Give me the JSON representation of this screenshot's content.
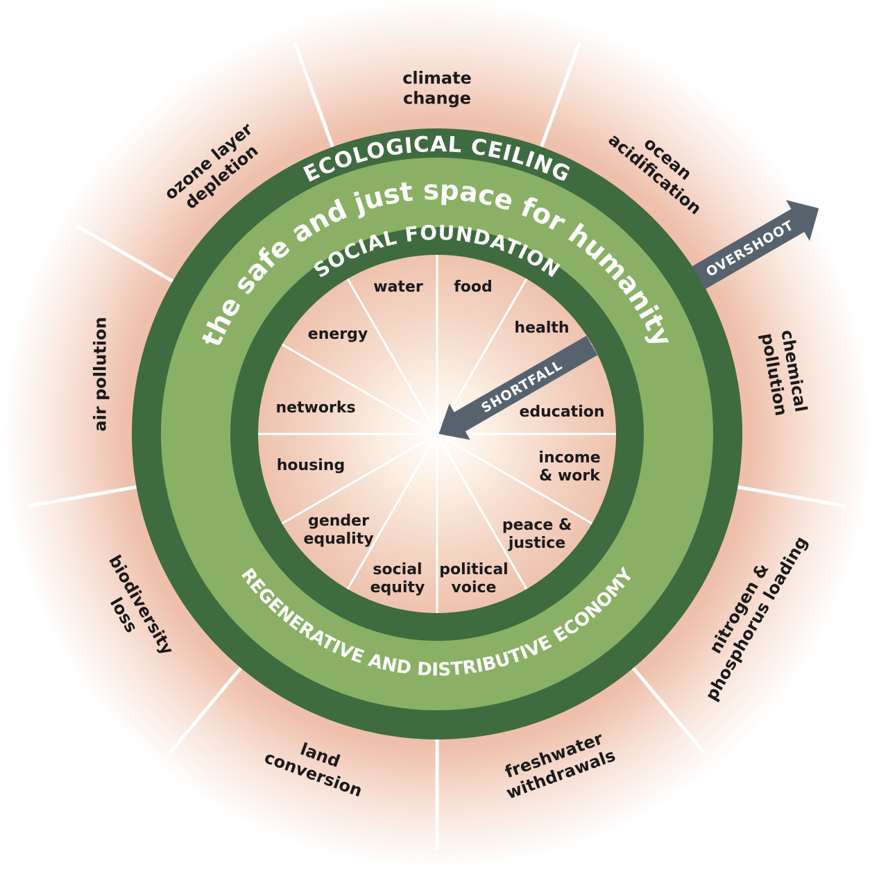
{
  "colors": {
    "ceiling_ring": "#3e6b3f",
    "safe_space": "#89b064",
    "foundation_ring": "#3e6b3f",
    "overshoot_wedge": "#e8b5a0",
    "shortfall_wedge": "#f0c9b4",
    "arrow": "#56636f",
    "ring_text": "#ffffff",
    "label_text": "#1a1a1a"
  },
  "rings": {
    "ecological_ceiling": "ECOLOGICAL CEILING",
    "safe_space": "the safe and just space for humanity",
    "social_foundation": "SOCIAL FOUNDATION",
    "economy": "REGENERATIVE AND DISTRIBUTIVE ECONOMY"
  },
  "arrows": {
    "overshoot": "OVERSHOOT",
    "shortfall": "SHORTFALL"
  },
  "ecological_dimensions": [
    {
      "lines": [
        "climate",
        "change"
      ]
    },
    {
      "lines": [
        "ocean",
        "acidification"
      ]
    },
    {
      "lines": [
        "chemical",
        "pollution"
      ]
    },
    {
      "lines": [
        "nitrogen &",
        "phosphorus loading"
      ]
    },
    {
      "lines": [
        "freshwater",
        "withdrawals"
      ]
    },
    {
      "lines": [
        "land",
        "conversion"
      ]
    },
    {
      "lines": [
        "biodiversity",
        "loss"
      ]
    },
    {
      "lines": [
        "air pollution"
      ]
    },
    {
      "lines": [
        "ozone layer",
        "depletion"
      ]
    }
  ],
  "social_dimensions": [
    {
      "lines": [
        "food"
      ]
    },
    {
      "lines": [
        "health"
      ]
    },
    {
      "lines": [
        "education"
      ]
    },
    {
      "lines": [
        "income",
        "& work"
      ]
    },
    {
      "lines": [
        "peace &",
        "justice"
      ]
    },
    {
      "lines": [
        "political",
        "voice"
      ]
    },
    {
      "lines": [
        "social",
        "equity"
      ]
    },
    {
      "lines": [
        "gender",
        "equality"
      ]
    },
    {
      "lines": [
        "housing"
      ]
    },
    {
      "lines": [
        "networks"
      ]
    },
    {
      "lines": [
        "energy"
      ]
    },
    {
      "lines": [
        "water"
      ]
    }
  ]
}
